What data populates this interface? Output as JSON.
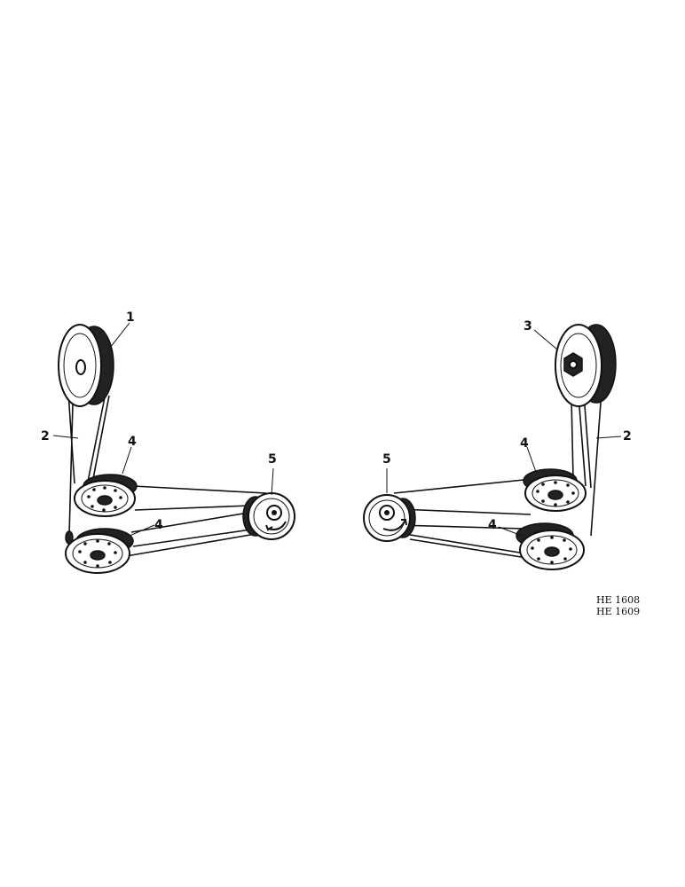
{
  "figure": {
    "callouts": {
      "left_1": "1",
      "left_2": "2",
      "left_4_upper": "4",
      "left_4_lower": "4",
      "left_5": "5",
      "right_3": "3",
      "right_2": "2",
      "right_4_upper": "4",
      "right_4_lower": "4",
      "right_5": "5"
    },
    "reference_codes": [
      "HE 1608",
      "HE 1609"
    ]
  }
}
